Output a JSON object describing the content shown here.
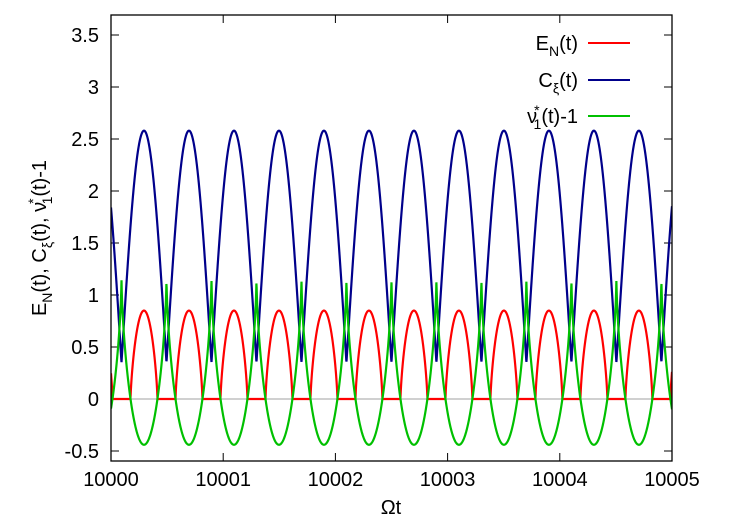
{
  "chart_data": {
    "type": "line",
    "title": "",
    "xlabel": "Ωt",
    "ylabel": "E_N(t), C_ξ(t), ν*_1(t)-1",
    "xlim": [
      10000,
      10005
    ],
    "ylim": [
      -0.6,
      3.7
    ],
    "x_ticks": [
      "10000",
      "10001",
      "10002",
      "10003",
      "10004",
      "10005"
    ],
    "y_ticks": [
      "-0.5",
      "0",
      "0.5",
      "1",
      "1.5",
      "2",
      "2.5",
      "3",
      "3.5"
    ],
    "grid": false,
    "zero_line": true,
    "legend_position": "top-right",
    "period_Omega_t": 0.401,
    "first_C_peak_at": 10000.294,
    "series": [
      {
        "name": "E_N(t)",
        "label_main": "E",
        "label_sub": "N",
        "label_tail": "(t)",
        "color": "#ff0000",
        "description": "periodic humps, zero between humps",
        "max": 0.85,
        "min": 0.0,
        "peaks_at": [
          10000.294,
          10000.695,
          10001.096,
          10001.497,
          10001.898,
          10002.299,
          10002.7,
          10003.101,
          10003.502,
          10003.903,
          10004.304,
          10004.705
        ]
      },
      {
        "name": "C_ξ(t)",
        "label_main": "C",
        "label_sub": "ξ",
        "label_tail": "(t)",
        "color": "#00008b",
        "description": "broad peaks with sharp dips",
        "max": 2.58,
        "min": 0.35,
        "value_at_start": 1.72,
        "peaks_at": [
          10000.294,
          10000.695,
          10001.096,
          10001.497,
          10001.898,
          10002.299,
          10002.7,
          10003.101,
          10003.502,
          10003.903,
          10004.304,
          10004.705
        ]
      },
      {
        "name": "ν*_1(t)-1",
        "label_main": "ν",
        "label_sup": "*",
        "label_sub": "1",
        "label_tail": "(t)-1",
        "color": "#00c000",
        "description": "narrow peaks at C minima, broad troughs at C maxima",
        "max": 1.18,
        "min": -0.44,
        "peaks_at": [
          10000.094,
          10000.495,
          10000.896,
          10001.297,
          10001.698,
          10002.099,
          10002.5,
          10002.901,
          10003.302,
          10003.703,
          10004.104,
          10004.505,
          10004.906
        ]
      }
    ]
  },
  "axes": {
    "xlabel_main": "Ωt",
    "ylabel_parts": {
      "p1": "E",
      "p1sub": "N",
      "p2": "(t), C",
      "p2sub": "ξ",
      "p3": "(t), ν",
      "p3sup": "*",
      "p3sub": "1",
      "p4": "(t)-1"
    }
  }
}
